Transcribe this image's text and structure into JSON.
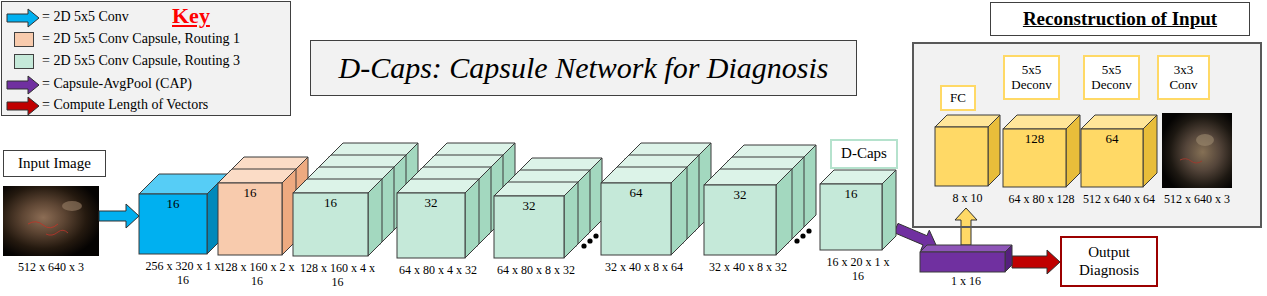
{
  "diagram": {
    "title": "D-Caps: Capsule Network for Diagnosis",
    "nodes": [
      {
        "text": [
          "Input Image"
        ]
      },
      {
        "text": [
          "512 x 640 x 3"
        ]
      },
      {
        "text": [
          "16",
          "256 x 320 x 1 x 16"
        ]
      },
      {
        "text": [
          "16",
          "128 x 160 x 2 x 16"
        ]
      },
      {
        "text": [
          "16",
          "128 x 160 x 4 x 16"
        ]
      },
      {
        "text": [
          "32",
          "64 x 80 x 4 x 32"
        ]
      },
      {
        "text": [
          "32",
          "64 x 80 x 8 x 32"
        ]
      },
      {
        "text": [
          "64",
          "32 x 40 x 8 x 64"
        ]
      },
      {
        "text": [
          "32",
          "32 x 40 x 8 x 32"
        ]
      },
      {
        "text": [
          "D-Caps"
        ]
      },
      {
        "text": [
          "16",
          "16 x 20 x 1 x 16"
        ]
      },
      {
        "text": [
          "1 x 16"
        ]
      },
      {
        "text": [
          "Output Diagnosis"
        ]
      },
      {
        "text": [
          "Reconstruction of Input"
        ]
      },
      {
        "text": [
          "FC"
        ],
        "in": 13
      },
      {
        "text": [
          "5x5 Deconv"
        ],
        "in": 13
      },
      {
        "text": [
          "5x5 Deconv"
        ],
        "in": 13
      },
      {
        "text": [
          "3x3 Conv"
        ],
        "in": 13
      },
      {
        "text": [
          "8 x 10"
        ],
        "in": 13
      },
      {
        "text": [
          "128",
          "64 x 80 x 128"
        ],
        "in": 13
      },
      {
        "text": [
          "64",
          "512 x 640 x 64"
        ],
        "in": 13
      },
      {
        "text": [
          "512 x 640 x 3"
        ],
        "in": 13
      }
    ],
    "edges": [
      {
        "from": 1,
        "to": 2,
        "arrow": "to"
      },
      {
        "from": 10,
        "to": 11,
        "arrow": "to"
      },
      {
        "from": 11,
        "to": 12,
        "arrow": "to"
      },
      {
        "from": 11,
        "to": 18,
        "arrow": "to"
      }
    ],
    "labels": [
      "Key"
    ],
    "legend": [
      {
        "text": "= 2D 5x5 Conv"
      },
      {
        "text": "= 2D 5x5 Conv Capsule, Routing 1",
        "color": "#f8cbad"
      },
      {
        "text": "= 2D 5x5 Conv Capsule, Routing 3",
        "color": "#c5e9d9"
      },
      {
        "text": "= Capsule-AvgPool (CAP)"
      },
      {
        "text": "= Compute Length of Vectors"
      }
    ]
  }
}
